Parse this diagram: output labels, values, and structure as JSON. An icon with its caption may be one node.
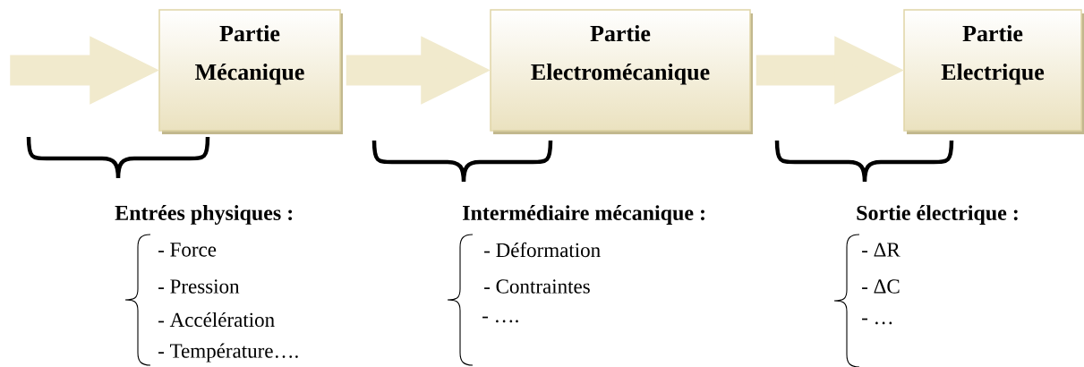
{
  "diagram": {
    "nodes": [
      {
        "text": [
          "Partie Mécanique"
        ]
      },
      {
        "text": [
          "Partie Electromécanique"
        ]
      },
      {
        "text": [
          "Partie Electrique"
        ]
      }
    ],
    "edges": [
      {
        "from": null,
        "to": 0,
        "arrow": "to"
      },
      {
        "from": 0,
        "to": 1,
        "arrow": "to"
      },
      {
        "from": 1,
        "to": 2,
        "arrow": "to"
      }
    ],
    "labels": [
      "Entrées physiques :",
      "Intermédiaire mécanique :",
      "Sortie électrique :",
      "- Force",
      "- Déformation",
      "- ΔR",
      "- Pression",
      "- Contraintes",
      "- ΔC",
      "- Accélération",
      "- ….",
      "- …",
      "- Température…."
    ]
  }
}
